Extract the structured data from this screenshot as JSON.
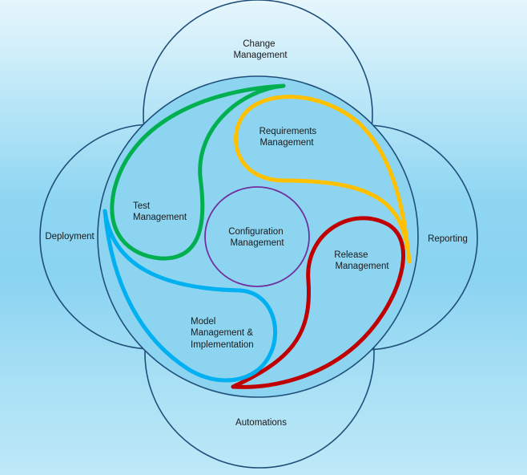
{
  "colors": {
    "outline": "#1f4e79",
    "configuration": "#7030a0",
    "test": "#00b050",
    "requirements": "#ffc000",
    "release": "#c00000",
    "model": "#00b0f0"
  },
  "labels": {
    "change": [
      "Change",
      "Management"
    ],
    "deployment": [
      "Deployment"
    ],
    "reporting": [
      "Reporting"
    ],
    "automations": [
      "Automations"
    ],
    "requirements": [
      "Requirements",
      "Management"
    ],
    "test": [
      "Test",
      "Management"
    ],
    "configuration": [
      "Configuration",
      "Management"
    ],
    "release": [
      "Release",
      "Management"
    ],
    "model": [
      "Model",
      "Management &",
      "Implementation"
    ]
  }
}
